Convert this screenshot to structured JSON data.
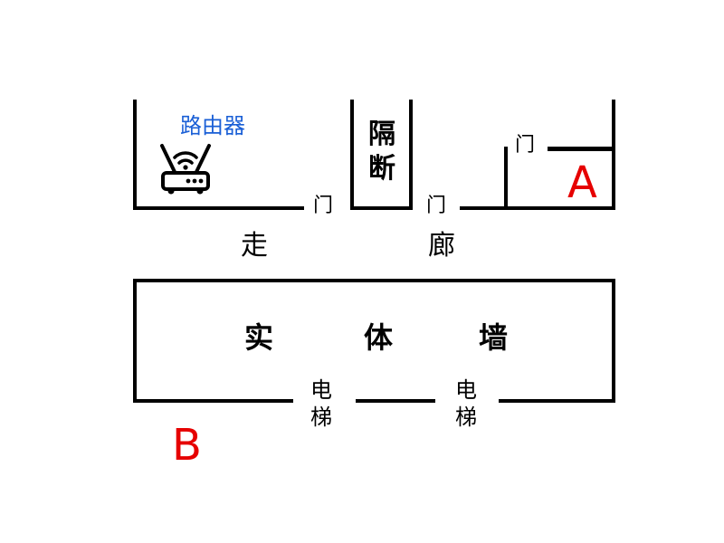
{
  "diagram": {
    "type": "floor-plan",
    "colors": {
      "wall": "#000000",
      "router_label": "#1a5fd6",
      "point_label": "#e60000",
      "text": "#000000"
    },
    "router": {
      "label": "路由器",
      "icon": "wifi-router-icon"
    },
    "partition": {
      "label_line1": "隔",
      "label_line2": "断"
    },
    "doors": [
      {
        "label": "门"
      },
      {
        "label": "门"
      },
      {
        "label": "门"
      }
    ],
    "corridor": {
      "char1": "走",
      "char2": "廊"
    },
    "solid_wall": {
      "char1": "实",
      "char2": "体",
      "char3": "墙"
    },
    "elevators": [
      {
        "line1": "电",
        "line2": "梯"
      },
      {
        "line1": "电",
        "line2": "梯"
      }
    ],
    "points": {
      "a": "A",
      "b": "B"
    }
  }
}
